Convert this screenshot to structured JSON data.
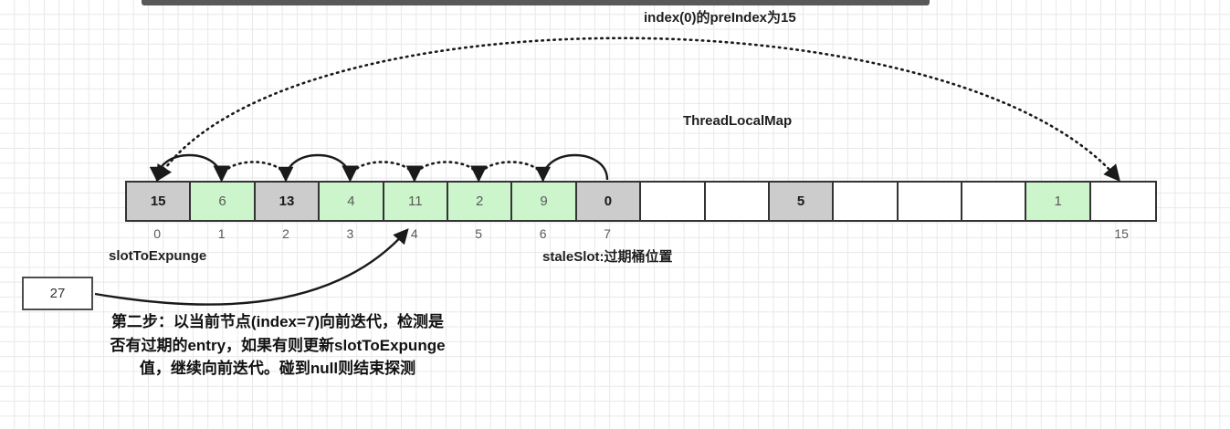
{
  "diagram": {
    "title_annotation": "index(0)的preIndex为15",
    "structure_label": "ThreadLocalMap",
    "slot_to_expunge_label": "slotToExpunge",
    "stale_slot_label": "staleSlot:过期桶位置",
    "value_box": "27",
    "caption": "第二步：以当前节点(index=7)向前迭代，检测是否有过期的entry，如果有则更新slotToExpunge值，继续向前迭代。碰到null则结束探测",
    "colors": {
      "stale_cell": "#cccccc",
      "live_cell": "#ccf5cc",
      "empty_cell": "#ffffff",
      "border": "#333333",
      "top_bar": "#595959",
      "grid": "#e8e8e8"
    }
  },
  "chart_data": {
    "type": "table",
    "title": "ThreadLocalMap hash table probing",
    "cells": [
      {
        "index": 0,
        "value": "15",
        "state": "stale"
      },
      {
        "index": 1,
        "value": "6",
        "state": "live"
      },
      {
        "index": 2,
        "value": "13",
        "state": "stale"
      },
      {
        "index": 3,
        "value": "4",
        "state": "live"
      },
      {
        "index": 4,
        "value": "11",
        "state": "live"
      },
      {
        "index": 5,
        "value": "2",
        "state": "live"
      },
      {
        "index": 6,
        "value": "9",
        "state": "live"
      },
      {
        "index": 7,
        "value": "0",
        "state": "stale"
      },
      {
        "index": 8,
        "value": "",
        "state": "empty"
      },
      {
        "index": 9,
        "value": "",
        "state": "empty"
      },
      {
        "index": 10,
        "value": "5",
        "state": "stale"
      },
      {
        "index": 11,
        "value": "",
        "state": "empty"
      },
      {
        "index": 12,
        "value": "",
        "state": "empty"
      },
      {
        "index": 13,
        "value": "",
        "state": "empty"
      },
      {
        "index": 14,
        "value": "1",
        "state": "live"
      },
      {
        "index": 15,
        "value": "",
        "state": "empty"
      }
    ],
    "index_labels": [
      "0",
      "1",
      "2",
      "3",
      "4",
      "5",
      "6",
      "7",
      "15"
    ],
    "index_label_positions": [
      0,
      1,
      2,
      3,
      4,
      5,
      6,
      7,
      15
    ],
    "pointer_arrows": [
      {
        "from": 1,
        "to": 0,
        "style": "solid"
      },
      {
        "from": 2,
        "to": 1,
        "style": "dotted"
      },
      {
        "from": 3,
        "to": 2,
        "style": "solid"
      },
      {
        "from": 4,
        "to": 3,
        "style": "dotted"
      },
      {
        "from": 5,
        "to": 4,
        "style": "dotted"
      },
      {
        "from": 6,
        "to": 5,
        "style": "dotted"
      },
      {
        "from": 7,
        "to": 6,
        "style": "solid"
      },
      {
        "from": 0,
        "to": 15,
        "style": "dotted"
      }
    ],
    "callout_arrow": {
      "from": "value-box-27",
      "to_index": 4
    }
  }
}
